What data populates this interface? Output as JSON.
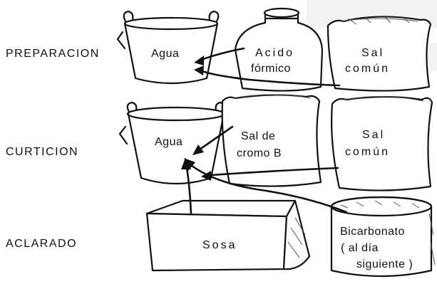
{
  "stages": {
    "preparacion": "PREPARACION",
    "curticion": "CURTICION",
    "aclarado": "ACLARADO"
  },
  "containers": {
    "bucket_top": "Agua",
    "jar_line1": "Acido",
    "jar_line2": "fórmico",
    "sack1_line1": "Sal",
    "sack1_line2": "común",
    "bucket_mid": "Agua",
    "sack2_line1": "Sal de",
    "sack2_line2": "cromo B",
    "sack3_line1": "Sal",
    "sack3_line2": "común",
    "box": "Sosa",
    "tub_line1": "Bicarbonato",
    "tub_line2": "( al día",
    "tub_line3": "siguiente )"
  },
  "icons": [
    "bucket-icon",
    "jar-icon",
    "sack-icon",
    "box-icon",
    "tub-icon",
    "arrow-icon"
  ]
}
